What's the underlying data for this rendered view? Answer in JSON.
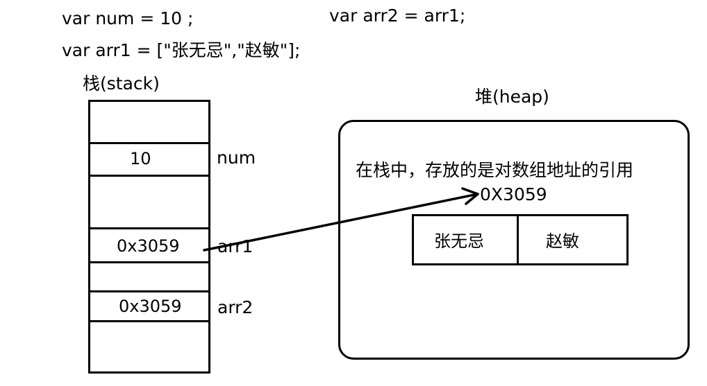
{
  "code": {
    "line1": "var num = 10 ;",
    "line2": "var arr1 = [\"张无忌\",\"赵敏\"];",
    "line3": "var arr2 = arr1;"
  },
  "stack": {
    "title": "栈(stack)",
    "cells": [
      {
        "value": "10",
        "label": "num"
      },
      {
        "value": "0x3059",
        "label": "arr1"
      },
      {
        "value": "0x3059",
        "label": "arr2"
      }
    ]
  },
  "heap": {
    "title": "堆(heap)",
    "note": "在栈中，存放的是对数组地址的引用",
    "address": "0X3059",
    "elements": [
      "张无忌",
      "赵敏"
    ]
  }
}
